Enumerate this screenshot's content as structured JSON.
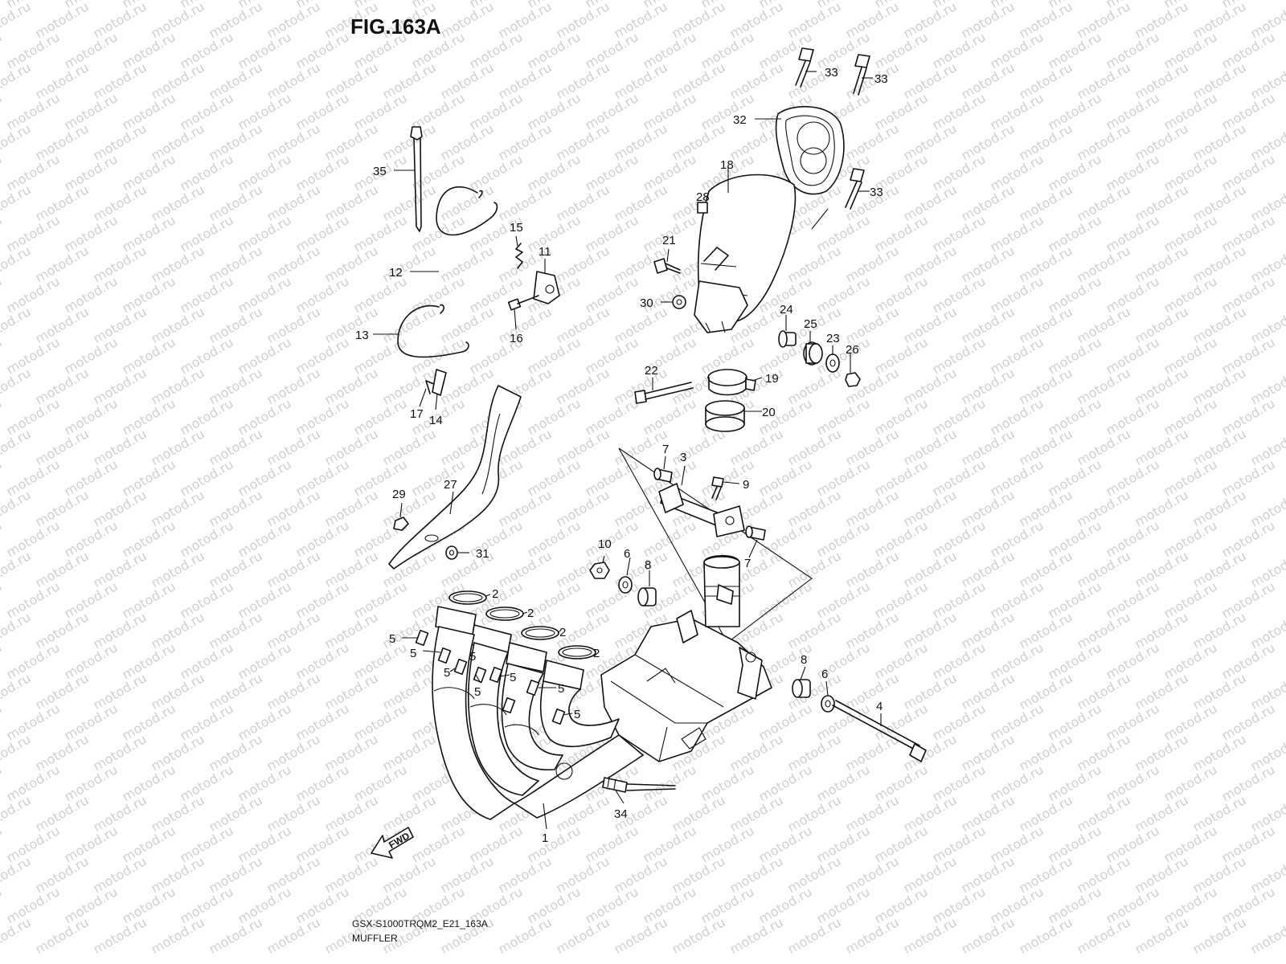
{
  "figure": {
    "title": "FIG.163A",
    "code": "GSX-S1000TRQM2_E21_163A",
    "name": "MUFFLER",
    "fwd_label": "FWD",
    "watermark": "motod.ru"
  },
  "callouts": [
    "35",
    "12",
    "13",
    "15",
    "11",
    "16",
    "17",
    "14",
    "33",
    "33",
    "32",
    "18",
    "28",
    "33",
    "21",
    "30",
    "24",
    "25",
    "23",
    "26",
    "22",
    "19",
    "20",
    "7",
    "3",
    "9",
    "29",
    "27",
    "31",
    "10",
    "6",
    "8",
    "7",
    "2",
    "2",
    "2",
    "2",
    "5",
    "5",
    "5",
    "5",
    "5",
    "5",
    "5",
    "5",
    "8",
    "6",
    "4",
    "34",
    "1"
  ]
}
